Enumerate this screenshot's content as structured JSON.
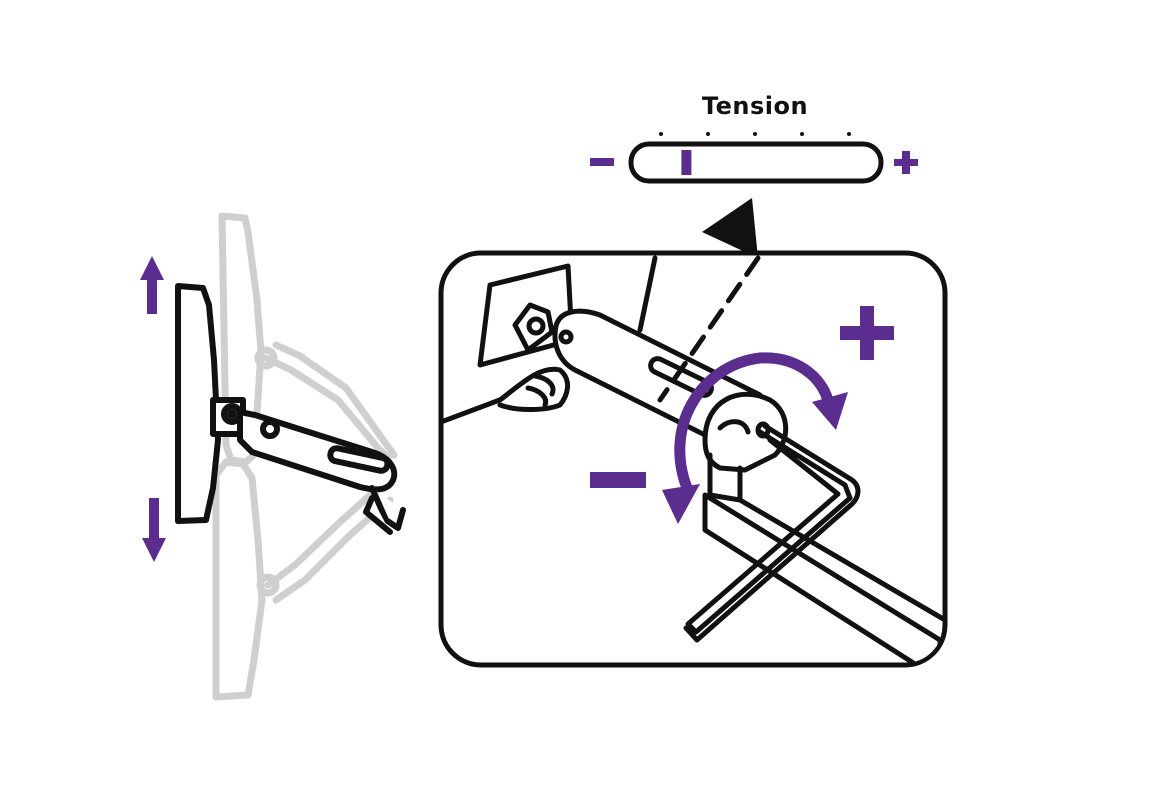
{
  "tension_gauge": {
    "title": "Tension",
    "minus_symbol": "−",
    "plus_symbol": "+",
    "tick_count": 5,
    "indicator_level": 0.2
  },
  "adjustment": {
    "increase_symbol": "+",
    "decrease_symbol": "−"
  },
  "colors": {
    "accent": "#5B2D8E",
    "line": "#111111",
    "ghost": "#CCCCCC"
  },
  "icons": [
    "arrow-up-icon",
    "arrow-down-icon",
    "hex-key-icon",
    "rotate-arrow-icon",
    "pointer-triangle-icon"
  ]
}
